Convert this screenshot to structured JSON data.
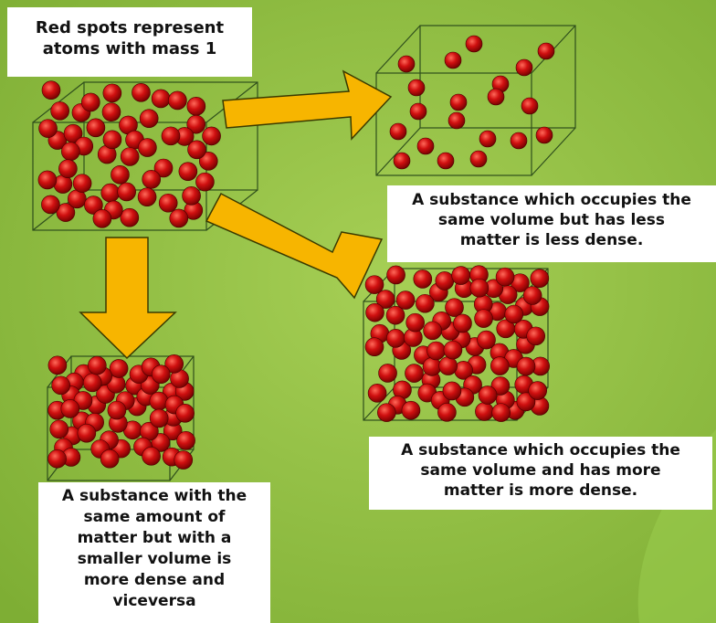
{
  "labels": {
    "legend": [
      "Red spots represent",
      "atoms with mass 1"
    ],
    "less_dense": [
      "A substance which occupies the",
      "same volume but has less",
      "matter is less dense."
    ],
    "more_dense": [
      "A substance which occupies the",
      "same volume and has more",
      "matter is more dense."
    ],
    "smaller_volume": [
      "A substance with the",
      "same amount of",
      "matter but with a",
      "smaller volume is",
      "more dense and",
      "viceversa"
    ]
  },
  "colors": {
    "background": "#8fbf45",
    "cube_edge": "#2f4f1c",
    "atom": "#c80d0d",
    "arrow": "#f7b500",
    "arrow_outline": "#3a3a00"
  }
}
